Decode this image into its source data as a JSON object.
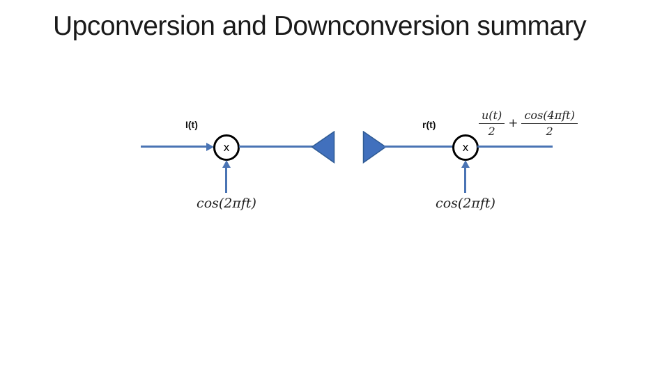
{
  "slide": {
    "title": "Upconversion and Downconversion summary"
  },
  "colors": {
    "signal_blue": "#4a74b4",
    "antenna_fill": "#4170bd",
    "antenna_stroke": "#2f5b94",
    "mixer_border": "#000000",
    "title_ink": "#1a1a1a"
  },
  "upconversion": {
    "input_label": "I(t)",
    "mixer_symbol": "x",
    "oscillator_label": "cos(2πft)"
  },
  "downconversion": {
    "input_label": "r(t)",
    "mixer_symbol": "x",
    "oscillator_label": "cos(2πft)",
    "output_formula": {
      "term1_num": "u(t)",
      "term1_den": "2",
      "operator": "+",
      "term2_num": "cos(4πft)",
      "term2_den": "2"
    }
  }
}
